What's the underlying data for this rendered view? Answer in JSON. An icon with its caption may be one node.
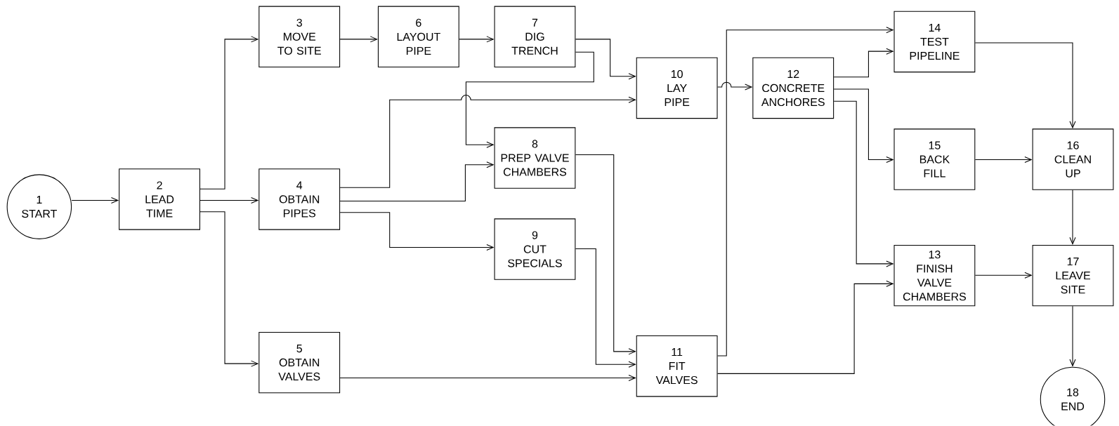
{
  "diagram": {
    "nodes": [
      {
        "text": [
          "1",
          "START"
        ]
      },
      {
        "text": [
          "2",
          "LEAD TIME"
        ]
      },
      {
        "text": [
          "3",
          "MOVE TO SITE"
        ]
      },
      {
        "text": [
          "4",
          "OBTAIN PIPES"
        ]
      },
      {
        "text": [
          "5",
          "OBTAIN VALVES"
        ]
      },
      {
        "text": [
          "6",
          "LAYOUT PIPE"
        ]
      },
      {
        "text": [
          "7",
          "DIG TRENCH"
        ]
      },
      {
        "text": [
          "8",
          "PREP VALVE CHAMBERS"
        ]
      },
      {
        "text": [
          "9",
          "CUT SPECIALS"
        ]
      },
      {
        "text": [
          "10",
          "LAY PIPE"
        ]
      },
      {
        "text": [
          "11",
          "FIT VALVES"
        ]
      },
      {
        "text": [
          "12",
          "CONCRETE ANCHORES"
        ]
      },
      {
        "text": [
          "13",
          "FINISH VALVE CHAMBERS"
        ]
      },
      {
        "text": [
          "14",
          "TEST PIPELINE"
        ]
      },
      {
        "text": [
          "15",
          "BACK FILL"
        ]
      },
      {
        "text": [
          "16",
          "CLEAN UP"
        ]
      },
      {
        "text": [
          "17",
          "LEAVE SITE"
        ]
      },
      {
        "text": [
          "18",
          "END"
        ]
      }
    ],
    "edges": [
      {
        "from": 0,
        "to": 1,
        "arrow": "to"
      },
      {
        "from": 1,
        "to": 2,
        "arrow": "to"
      },
      {
        "from": 1,
        "to": 3,
        "arrow": "to"
      },
      {
        "from": 1,
        "to": 4,
        "arrow": "to"
      },
      {
        "from": 2,
        "to": 5,
        "arrow": "to"
      },
      {
        "from": 5,
        "to": 6,
        "arrow": "to"
      },
      {
        "from": 6,
        "to": 9,
        "arrow": "to"
      },
      {
        "from": 6,
        "to": 7,
        "arrow": "to"
      },
      {
        "from": 3,
        "to": 9,
        "arrow": "to"
      },
      {
        "from": 3,
        "to": 7,
        "arrow": "to"
      },
      {
        "from": 3,
        "to": 8,
        "arrow": "to"
      },
      {
        "from": 4,
        "to": 10,
        "arrow": "to"
      },
      {
        "from": 7,
        "to": 10,
        "arrow": "to"
      },
      {
        "from": 8,
        "to": 10,
        "arrow": "to"
      },
      {
        "from": 9,
        "to": 11,
        "arrow": "to"
      },
      {
        "from": 10,
        "to": 13,
        "arrow": "to"
      },
      {
        "from": 10,
        "to": 12,
        "arrow": "to"
      },
      {
        "from": 11,
        "to": 13,
        "arrow": "to"
      },
      {
        "from": 11,
        "to": 14,
        "arrow": "to"
      },
      {
        "from": 11,
        "to": 12,
        "arrow": "to"
      },
      {
        "from": 13,
        "to": 15,
        "arrow": "to"
      },
      {
        "from": 14,
        "to": 15,
        "arrow": "to"
      },
      {
        "from": 15,
        "to": 16,
        "arrow": "to"
      },
      {
        "from": 12,
        "to": 16,
        "arrow": "to"
      },
      {
        "from": 16,
        "to": 17,
        "arrow": "to"
      }
    ]
  }
}
